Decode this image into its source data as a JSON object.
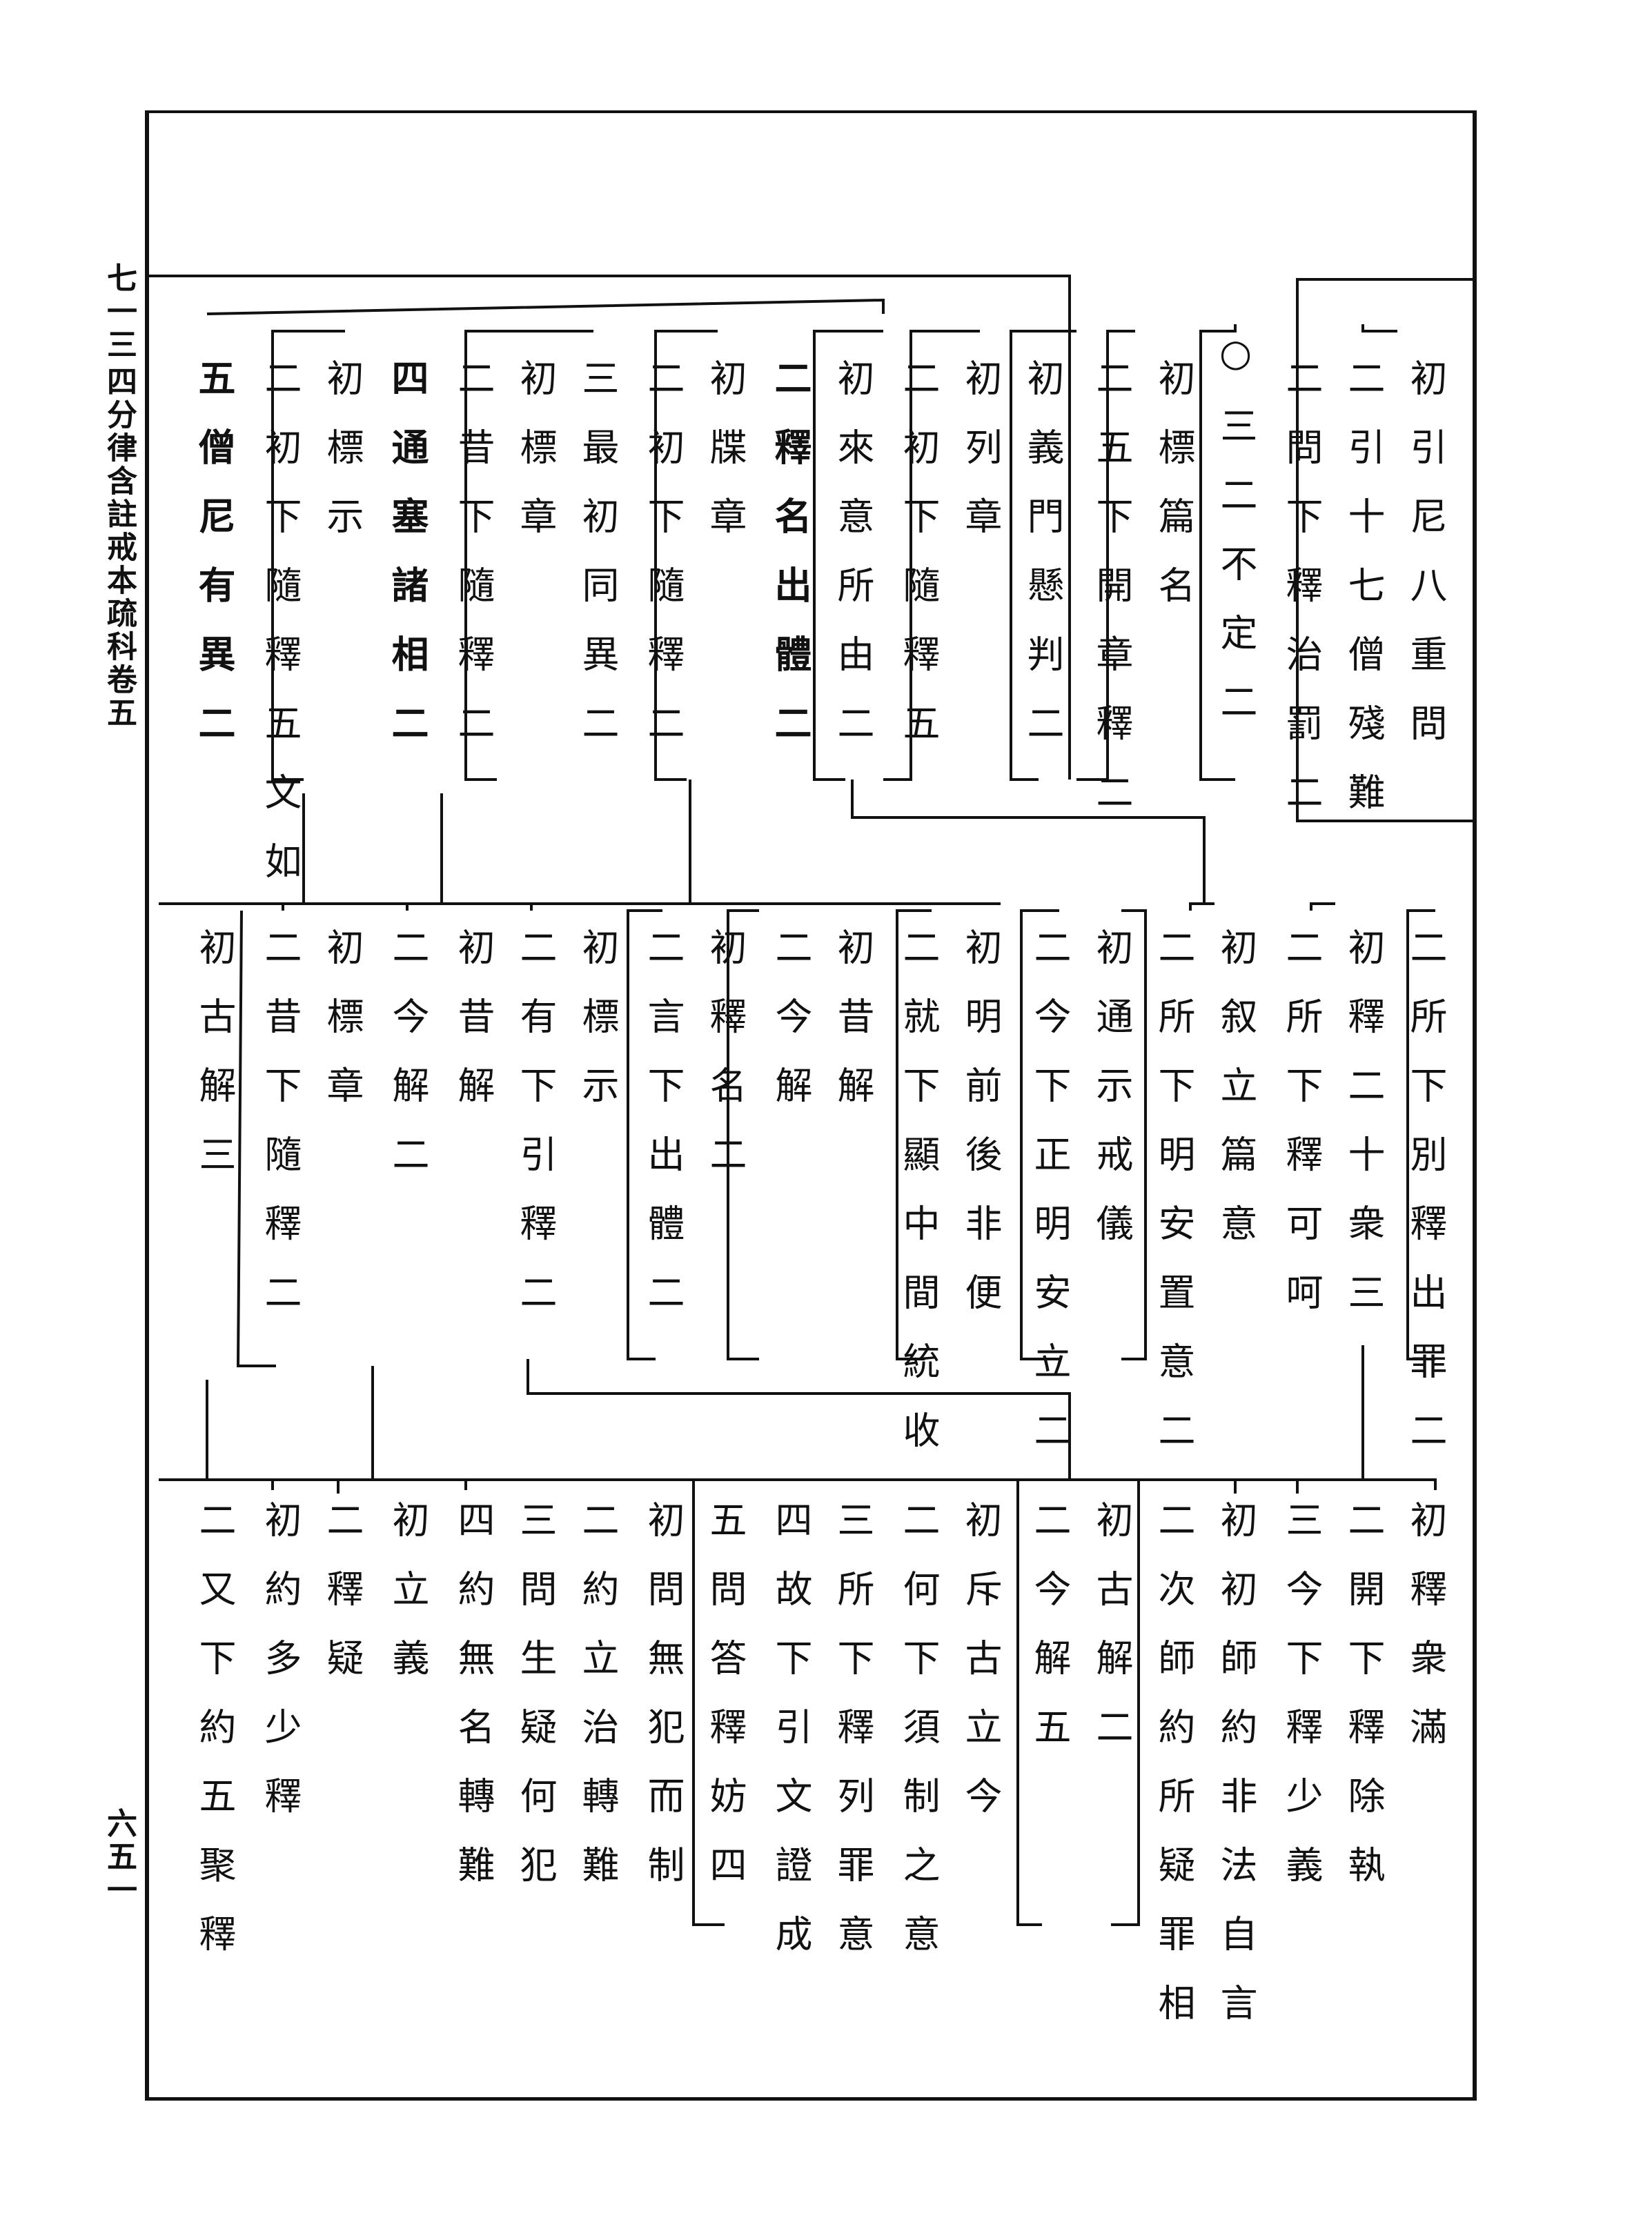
{
  "margin": {
    "volume_number": "七一三",
    "book_title": "四分律含註戒本疏科卷五",
    "page_number": "六五一"
  },
  "rows": [
    {
      "name": "row-1",
      "columns": [
        "初引尼八重問",
        "二引十七僧殘難",
        "二問下釋治罰二",
        "○三二不定二",
        "初標篇名",
        "二五下開章釋二",
        "初義門懸判二",
        "初列章",
        "二初下隨釋五",
        "初來意所由二",
        "二釋名出體二",
        "初牒章",
        "二初下隨釋二",
        "三最初同異二",
        "初標章",
        "二昔下隨釋二",
        "四通塞諸相二",
        "初標示",
        "二初下隨釋五文如",
        "五僧尼有異二"
      ]
    },
    {
      "name": "row-2",
      "columns": [
        "二所下別釋出罪二",
        "初釋二十衆三",
        "二所下釋可呵",
        "初叙立篇意",
        "二所下明安置意二",
        "初通示戒儀",
        "二今下正明安立二",
        "初明前後非便",
        "二就下顯中間統收",
        "初昔解",
        "二今解",
        "初釋名二",
        "二言下出體二",
        "初標示",
        "二有下引釋二",
        "初昔解",
        "二今解二",
        "初標章",
        "二昔下隨釋二",
        "初古解三"
      ]
    },
    {
      "name": "row-3",
      "columns": [
        "初釋衆滿",
        "二開下釋除執",
        "三今下釋少義",
        "初初師約非法自言",
        "二次師約所疑罪相",
        "初古解二",
        "二今解五",
        "初斥古立今",
        "二何下須制之意",
        "三所下釋列罪意",
        "四故下引文證成",
        "五問答釋妨四",
        "初問無犯而制",
        "二約立治轉難",
        "三問生疑何犯",
        "四約無名轉難",
        "初立義",
        "二釋疑",
        "初約多少釋",
        "二又下約五聚釋"
      ]
    }
  ]
}
